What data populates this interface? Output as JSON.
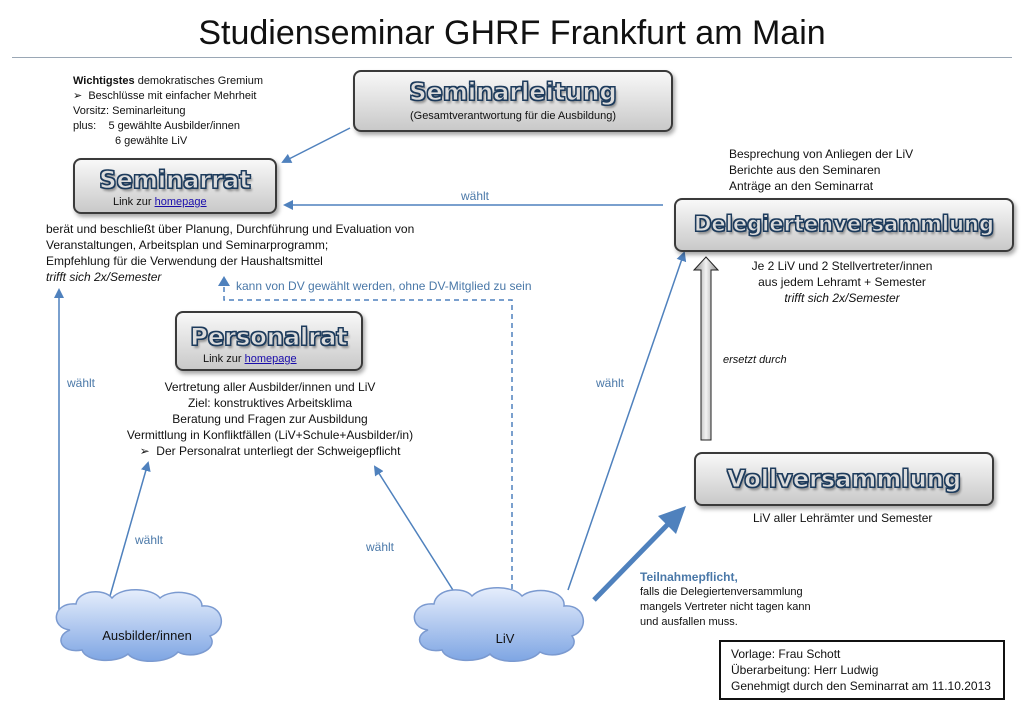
{
  "header": {
    "title": "Studienseminar GHRF Frankfurt am Main"
  },
  "seminarleitung": {
    "name": "Seminarleitung",
    "subtitle": "(Gesamtverantwortung für die Ausbildung)"
  },
  "seminarrat": {
    "name": "Seminarrat",
    "link_prefix": "Link zur ",
    "link_text": "homepage",
    "info": {
      "bold": "Wichtigstes",
      "rest": " demokratisches Gremium",
      "bullet": "Beschlüsse mit einfacher Mehrheit",
      "vorsitz": "Vorsitz: Seminarleitung",
      "plus_label": "plus:",
      "plus1": "5 gewählte Ausbilder/innen",
      "plus2": "6 gewählte LiV"
    },
    "desc": [
      "berät und beschließt über Planung, Durchführung und Evaluation von",
      "Veranstaltungen, Arbeitsplan und Seminarprogramm;",
      "Empfehlung für die Verwendung der Haushaltsmittel"
    ],
    "desc_italic": "trifft sich 2x/Semester"
  },
  "delegierten": {
    "name": "Delegiertenversammlung",
    "top": [
      "Besprechung von Anliegen der LiV",
      "Berichte aus den Seminaren",
      "Anträge an den Seminarrat"
    ],
    "below": [
      "Je 2 LiV und 2 Stellvertreter/innen",
      "aus jedem Lehramt + Semester"
    ],
    "below_italic": "trifft sich 2x/Semester"
  },
  "personalrat": {
    "name": "Personalrat",
    "link_prefix": "Link zur ",
    "link_text": "homepage",
    "desc": [
      "Vertretung aller Ausbilder/innen und LiV",
      "Ziel: konstruktives Arbeitsklima",
      "Beratung und Fragen zur Ausbildung",
      "Vermittlung in Konfliktfällen (LiV+Schule+Ausbilder/in)"
    ],
    "bullet": "Der Personalrat unterliegt der Schweigepflicht"
  },
  "vollversammlung": {
    "name": "Vollversammlung",
    "desc": "LiV aller Lehrämter und Semester"
  },
  "labels": {
    "waehlt": "wählt",
    "dv_note": "kann von DV gewählt werden, ohne DV-Mitglied zu sein",
    "ersetzt": "ersetzt durch"
  },
  "teilnahme": {
    "head": "Teilnahmepflicht,",
    "lines": [
      "falls die Delegiertenversammlung",
      "mangels Vertreter nicht tagen kann",
      "und ausfallen muss."
    ]
  },
  "clouds": {
    "ausbilder": "Ausbilder/innen",
    "liv": "LiV"
  },
  "credit": {
    "lines": [
      "Vorlage: Frau Schott",
      "Überarbeitung: Herr Ludwig",
      "Genehmigt durch den Seminarrat am 11.10.2013"
    ]
  },
  "colors": {
    "arrow": "#4f81bd",
    "cloud_top": "#e3ecfb",
    "cloud_bottom": "#7fa6e3"
  }
}
